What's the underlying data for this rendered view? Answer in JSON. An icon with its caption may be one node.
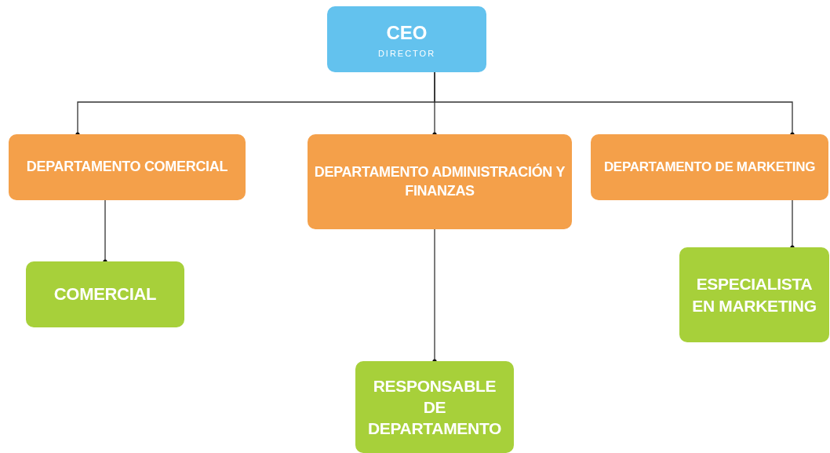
{
  "diagram": {
    "nodes": [
      {
        "text": [
          "CEO",
          "DIRECTOR"
        ]
      },
      {
        "text": [
          "DEPARTAMENTO COMERCIAL"
        ]
      },
      {
        "text": [
          "DEPARTAMENTO ADMINISTRACIÓN Y FINANZAS"
        ]
      },
      {
        "text": [
          "DEPARTAMENTO DE MARKETING"
        ]
      },
      {
        "text": [
          "COMERCIAL"
        ]
      },
      {
        "text": [
          "RESPONSABLE DE DEPARTAMENTO"
        ]
      },
      {
        "text": [
          "ESPECIALISTA EN MARKETING"
        ]
      }
    ],
    "edges": [
      {
        "from": 0,
        "to": 1,
        "arrow": "other"
      },
      {
        "from": 0,
        "to": 2,
        "arrow": "other"
      },
      {
        "from": 0,
        "to": 3,
        "arrow": "other"
      },
      {
        "from": 1,
        "to": 4,
        "arrow": "other"
      },
      {
        "from": 2,
        "to": 5,
        "arrow": "other"
      },
      {
        "from": 3,
        "to": 6,
        "arrow": "other"
      }
    ]
  }
}
